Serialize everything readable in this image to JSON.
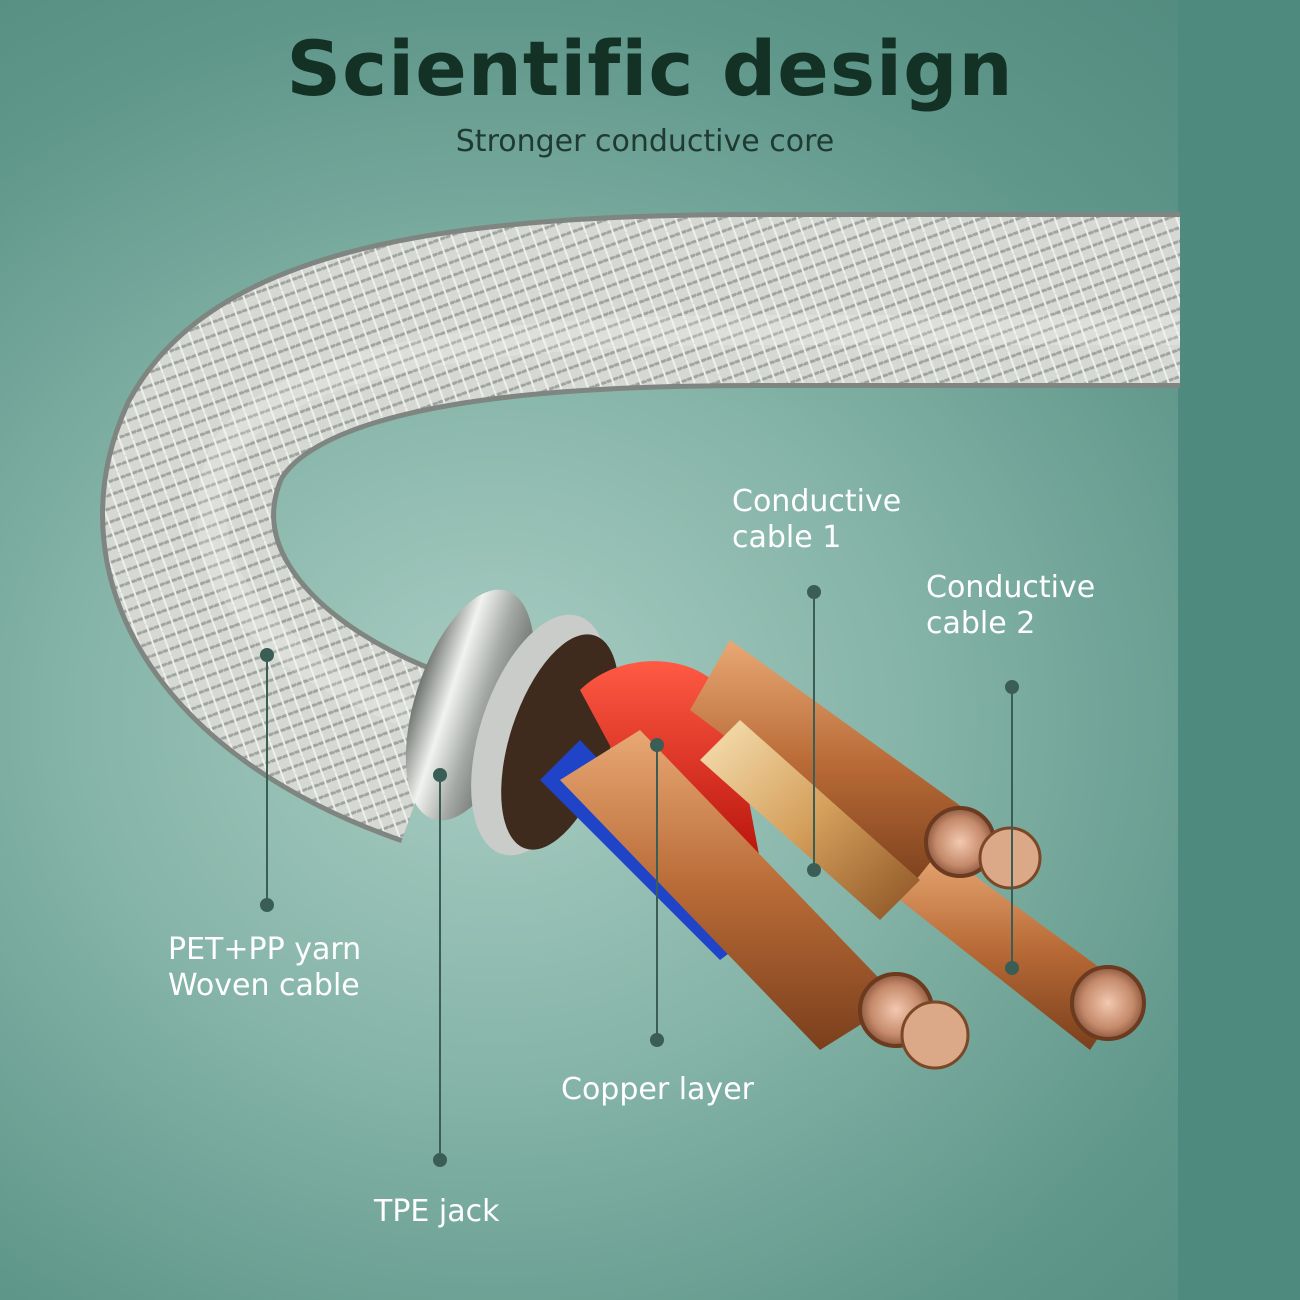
{
  "title": "Scientific design",
  "subtitle": "Stronger conductive core",
  "labels": {
    "conductive_1": {
      "line1": "Conductive",
      "line2": "cable 1"
    },
    "conductive_2": {
      "line1": "Conductive",
      "line2": "cable 2"
    },
    "pet_pp": {
      "line1": "PET+PP yarn",
      "line2": "Woven cable"
    },
    "copper_layer": "Copper layer",
    "tpe_jack": "TPE jack"
  },
  "colors": {
    "background": "#87b5a9",
    "title": "#143126",
    "label_text": "#ffffff",
    "braid": "#d8d9d4",
    "copper": "#c27c45",
    "red_core": "#e22a1c",
    "blue_core": "#2044c8"
  }
}
